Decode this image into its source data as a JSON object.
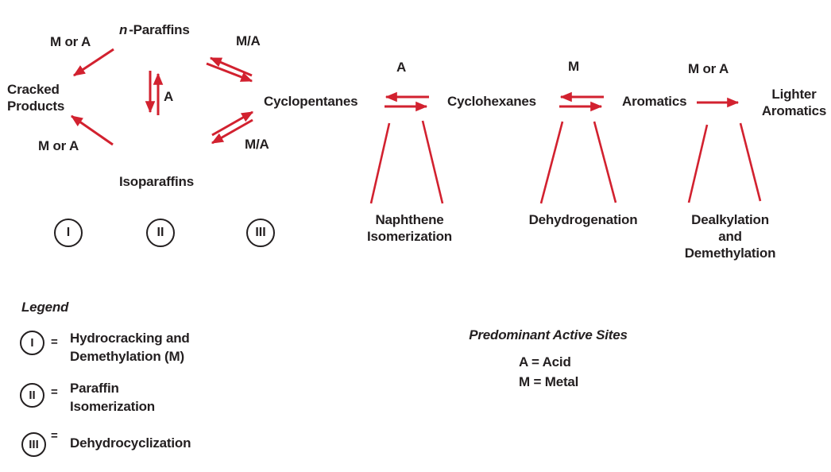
{
  "diagram": {
    "species": {
      "n_paraffins": {
        "prefix": "n",
        "rest": "-Paraffins"
      },
      "cracked_products": "Cracked\nProducts",
      "isoparaffins": "Isoparaffins",
      "cyclopentanes": "Cyclopentanes",
      "cyclohexanes": "Cyclohexanes",
      "aromatics": "Aromatics",
      "lighter_aromatics": "Lighter\nAromatics"
    },
    "site_labels": {
      "m_or_a_top_left": "M or A",
      "m_or_a_bottom_left": "M or A",
      "a_vertical": "A",
      "ma_top": "M/A",
      "ma_bottom": "M/A",
      "a_ring_isomerization": "A",
      "m_dehydrogenation": "M",
      "m_or_a_right": "M or A"
    },
    "reaction_labels": {
      "naphthene_isomerization": "Naphthene\nIsomerization",
      "dehydrogenation": "Dehydrogenation",
      "dealkylation": "Dealkylation\nand\nDemethylation"
    },
    "numerals": [
      "I",
      "II",
      "III"
    ]
  },
  "legend": {
    "title": "Legend",
    "items": [
      {
        "numeral": "I",
        "eq": "=",
        "label": "Hydrocracking and\nDemethylation (M)"
      },
      {
        "numeral": "II",
        "eq": "=",
        "label": "Paraffin\nIsomerization"
      },
      {
        "numeral": "III",
        "eq": "=",
        "label": "Dehydrocyclization"
      }
    ]
  },
  "active_sites": {
    "title": "Predominant Active Sites",
    "lines": [
      "A = Acid",
      "M = Metal"
    ]
  },
  "colors": {
    "arrow_red": "#d2212f",
    "text": "#231f20",
    "background": "#ffffff"
  }
}
